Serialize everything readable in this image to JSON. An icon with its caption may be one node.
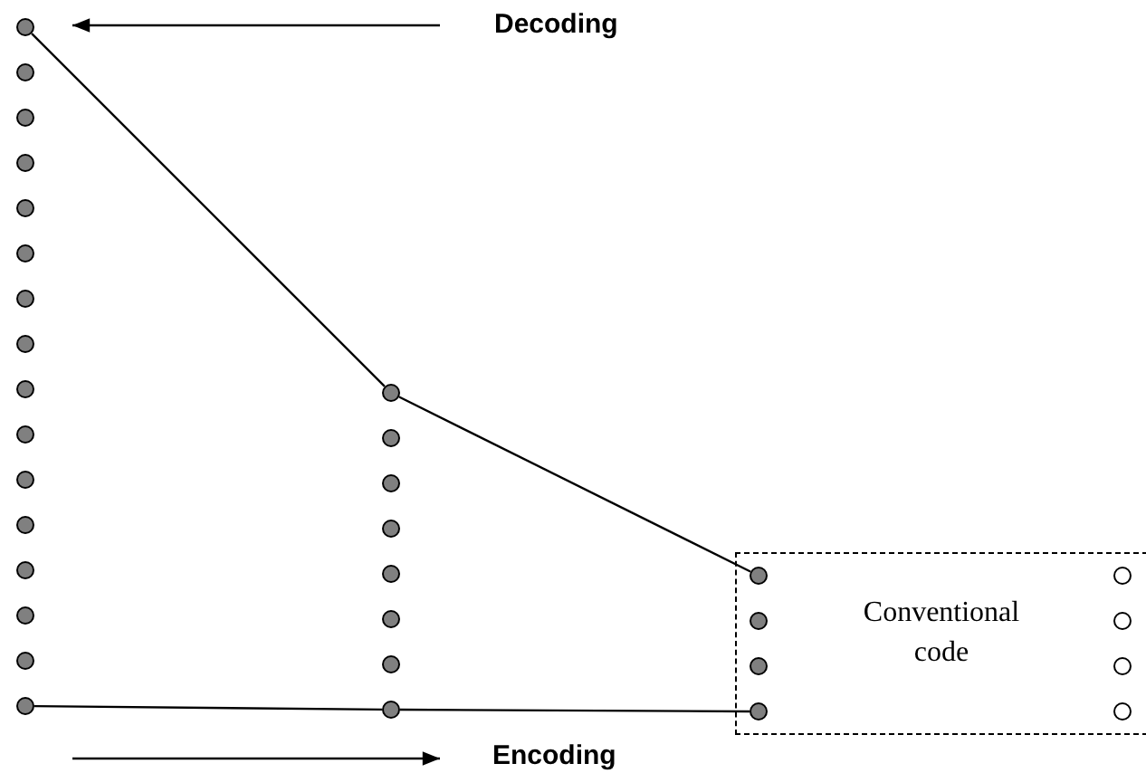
{
  "diagram": {
    "nodes": [
      {
        "text": [],
        "shape": "circle"
      },
      {
        "text": [],
        "shape": "circle"
      },
      {
        "text": [],
        "shape": "circle"
      },
      {
        "text": [],
        "shape": "circle"
      },
      {
        "text": [],
        "shape": "circle"
      },
      {
        "text": [],
        "shape": "circle"
      },
      {
        "text": [],
        "shape": "circle"
      },
      {
        "text": [],
        "shape": "circle"
      },
      {
        "text": [],
        "shape": "circle"
      },
      {
        "text": [],
        "shape": "circle"
      },
      {
        "text": [],
        "shape": "circle"
      },
      {
        "text": [],
        "shape": "circle"
      },
      {
        "text": [],
        "shape": "circle"
      },
      {
        "text": [],
        "shape": "circle"
      },
      {
        "text": [],
        "shape": "circle"
      },
      {
        "text": [],
        "shape": "circle"
      },
      {
        "text": [],
        "shape": "circle"
      },
      {
        "text": [],
        "shape": "circle"
      },
      {
        "text": [],
        "shape": "circle"
      },
      {
        "text": [],
        "shape": "circle"
      },
      {
        "text": [],
        "shape": "circle"
      },
      {
        "text": [],
        "shape": "circle"
      },
      {
        "text": [],
        "shape": "circle"
      },
      {
        "text": [],
        "shape": "circle"
      },
      {
        "text": [
          "Conventional code"
        ]
      },
      {
        "text": [],
        "shape": "circle",
        "in": 24
      },
      {
        "text": [],
        "shape": "circle",
        "in": 24
      },
      {
        "text": [],
        "shape": "circle",
        "in": 24
      },
      {
        "text": [],
        "shape": "circle",
        "in": 24
      },
      {
        "text": [],
        "shape": "circle",
        "in": 24
      },
      {
        "text": [],
        "shape": "circle",
        "in": 24
      },
      {
        "text": [],
        "shape": "circle",
        "in": 24
      },
      {
        "text": [],
        "shape": "circle",
        "in": 24
      }
    ],
    "edges": [
      {
        "from": 0,
        "to": 16,
        "arrow": "none"
      },
      {
        "from": 16,
        "to": 25,
        "arrow": "none"
      },
      {
        "from": 15,
        "to": 23,
        "arrow": "none"
      },
      {
        "from": 23,
        "to": 28,
        "arrow": "none"
      }
    ],
    "labels": [
      "Decoding",
      "Encoding"
    ]
  }
}
